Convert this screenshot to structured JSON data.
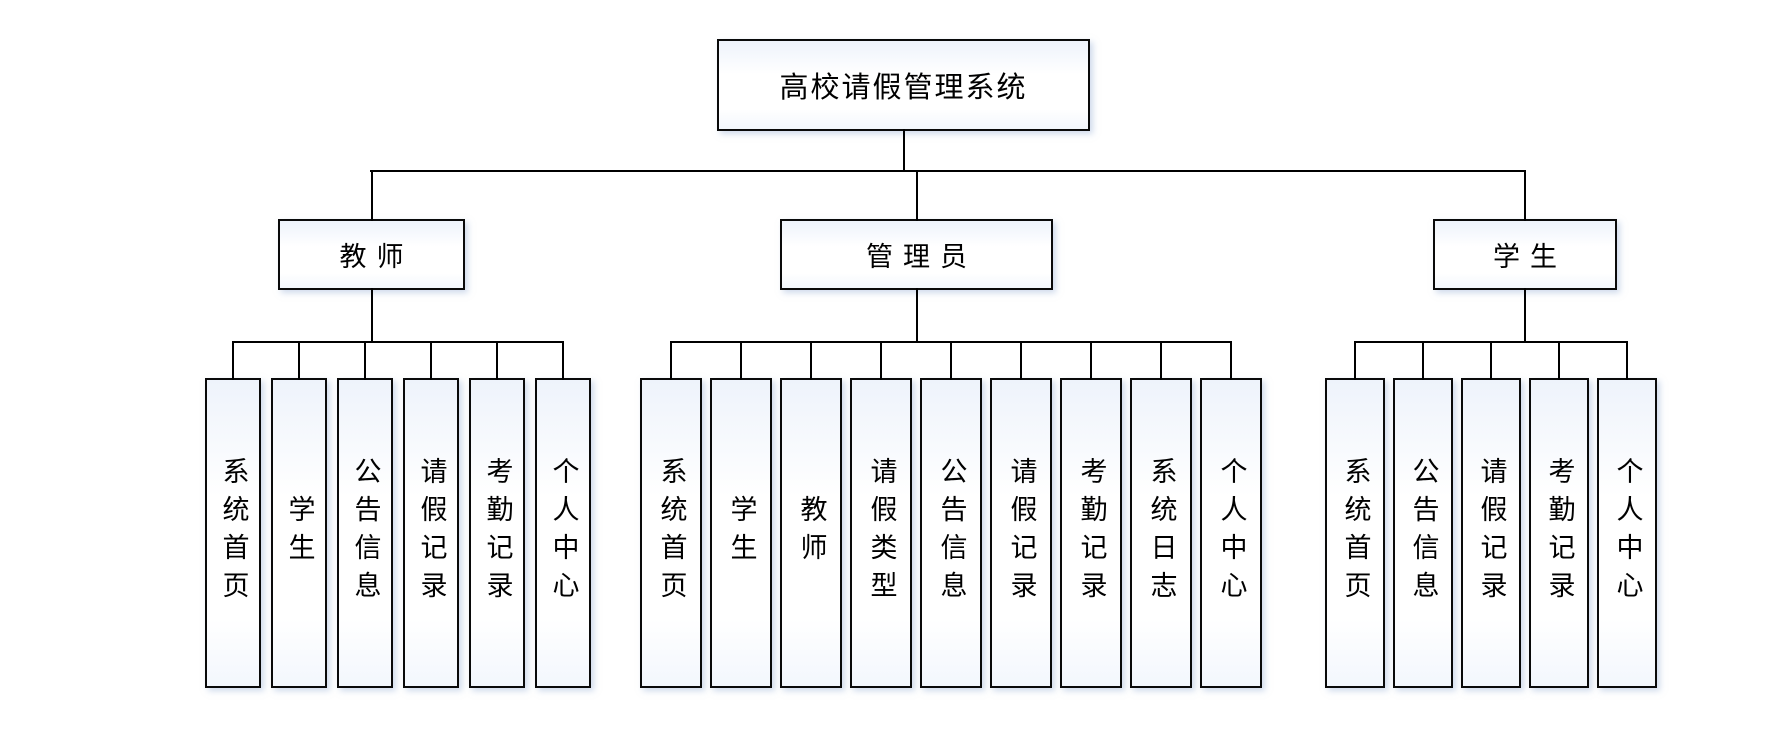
{
  "diagram": {
    "title": "高校请假管理系统",
    "tree": {
      "root": "高校请假管理系统",
      "groups": [
        {
          "label": "教师",
          "children": [
            "系统首页",
            "学生",
            "公告信息",
            "请假记录",
            "考勤记录",
            "个人中心"
          ]
        },
        {
          "label": "管理员",
          "children": [
            "系统首页",
            "学生",
            "教师",
            "请假类型",
            "公告信息",
            "请假记录",
            "考勤记录",
            "系统日志",
            "个人中心"
          ]
        },
        {
          "label": "学生",
          "children": [
            "系统首页",
            "公告信息",
            "请假记录",
            "考勤记录",
            "个人中心"
          ]
        }
      ]
    },
    "colors": {
      "line": "#000000",
      "box_border": "#000000",
      "box_fill_tint": "#eef3fb",
      "box_fill": "#ffffff",
      "background": "#ffffff"
    }
  }
}
